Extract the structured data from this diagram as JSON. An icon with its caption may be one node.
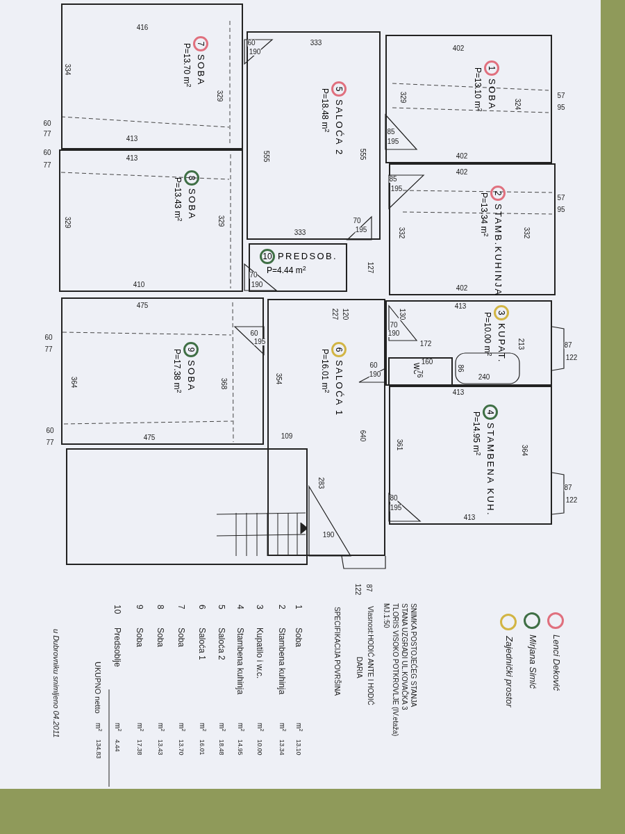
{
  "diagram": {
    "nodes": [
      {
        "text": [
          "7",
          "SOBA",
          "P=13.70 m$^{2}$"
        ]
      },
      {
        "text": [
          "5",
          "SALOĆA 2",
          "P=18.48 m$^{2}$"
        ]
      },
      {
        "text": [
          "1",
          "SOBA",
          "P=13.10 m$^{2}$"
        ]
      },
      {
        "text": [
          "8",
          "SOBA",
          "P=13.43 m$^{2}$"
        ]
      },
      {
        "text": [
          "10",
          "PREDSOB.",
          "P=4.44 m$^{2}$"
        ]
      },
      {
        "text": [
          "2",
          "STAMB.KUHINJA",
          "P=13.34 m$^{2}$"
        ]
      },
      {
        "text": [
          "9",
          "SOBA",
          "P=17.38 m$^{2}$"
        ]
      },
      {
        "text": [
          "6",
          "SALOĆA 1",
          "P=16.01 m$^{2}$"
        ]
      },
      {
        "text": [
          "3",
          "KUPAT.",
          "P=10.00 m$^{2}$"
        ]
      },
      {
        "text": [
          "WC"
        ],
        "in": 8
      },
      {
        "text": [
          "4",
          "STAMBENA KUH.",
          "P=14.95 m$^{2}$"
        ]
      },
      {
        "text": [],
        "shape": "box"
      }
    ],
    "labels": [
      "416",
      "60",
      "77",
      "334",
      "329",
      "413",
      "60",
      "77",
      "413",
      "329",
      "329",
      "410",
      "60",
      "190",
      "333",
      "555",
      "555",
      "333",
      "70",
      "190",
      "70",
      "195",
      "127",
      "402",
      "329",
      "324",
      "57",
      "95",
      "85",
      "195",
      "402",
      "402",
      "85",
      "195",
      "57",
      "95",
      "332",
      "332",
      "402",
      "475",
      "60",
      "77",
      "60",
      "195",
      "364",
      "368",
      "354",
      "60",
      "77",
      "475",
      "109",
      "120",
      "227",
      "130",
      "413",
      "70",
      "190",
      "172",
      "213",
      "87",
      "122",
      "160",
      "76",
      "60",
      "190",
      "86",
      "240",
      "413",
      "640",
      "361",
      "364",
      "283",
      "80",
      "195",
      "413",
      "87",
      "122",
      "190",
      "87",
      "122",
      "SNIMKA POSTOJEĆEG STANJA",
      "STANA UZGRADI UL.KOVAČKA 3",
      "TLORIS VISOKO POTKROVLJE (IV.etaža)",
      "MJ.1:50",
      "Vlasnost:HODIĆ ANTE I HODIĆ",
      "DARIA",
      "SPECIFIKACIJA POVRŠINA",
      "1",
      "Soba",
      "m$^{2}$",
      "13.10",
      "2",
      "Stambena kuhinja",
      "m$^{2}$",
      "13.34",
      "3",
      "Kupatilo i w.c.",
      "m$^{2}$",
      "10.00",
      "4",
      "Stambena kuhinja",
      "m$^{2}$",
      "14.95",
      "5",
      "Saloća 2",
      "m$^{2}$",
      "18.48",
      "6",
      "Saloća 1",
      "m$^{2}$",
      "16.01",
      "7",
      "Soba",
      "m$^{2}$",
      "13.70",
      "8",
      "Soba",
      "m$^{2}$",
      "13.43",
      "9",
      "Soba",
      "m$^{2}$",
      "17.38",
      "10",
      "Predsoblje",
      "m$^{2}$",
      "4.44",
      "UKUPNO netto",
      "m$^{2}$",
      "134.83",
      "u Dubrovniku snimljeno 04.2011"
    ],
    "legend": [
      {
        "text": "Lenci Deković",
        "color": "#e0707e"
      },
      {
        "text": "Mirjana Simić",
        "color": "#3f6f45"
      },
      {
        "text": "Zajednički prostor",
        "color": "#d2b544"
      }
    ]
  }
}
